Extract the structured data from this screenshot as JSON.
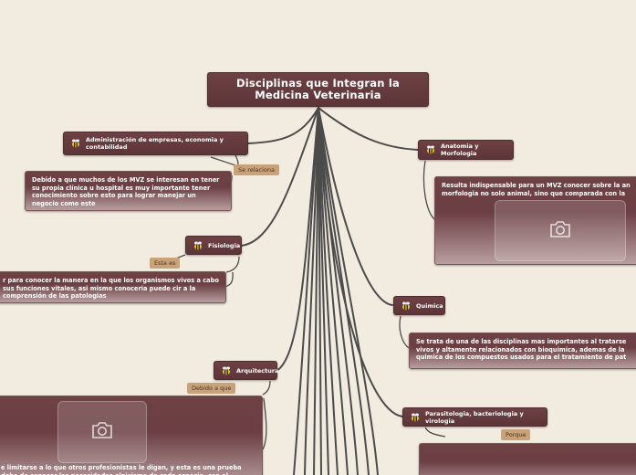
{
  "root": {
    "title": "Disciplinas que Integran la Medicina Veterinaria"
  },
  "left_topics": [
    {
      "label": "Administración de empresas, economia y contabilidad",
      "icon": "bee-icon",
      "relation": "Se relaciona",
      "description": "Debido a que muchos de los MVZ se interesan en tener su propia clínica u hospital es muy importante tener conocimiento sobre esto para lograr manejar un negocio como este"
    },
    {
      "label": "Fisiologia",
      "icon": "bee-icon",
      "relation": "Esta es",
      "description": "r para conocer la manera en la que los organismos vivos a cabo sus funciones vitales, asi mismo conoceria puede cir a la comprensión de las patologias"
    },
    {
      "label": "Arquitectura",
      "icon": "bee-icon",
      "relation": "Debido a que",
      "description": "e limitarse a lo que otros profesionistas le digan, y esta es una prueba debe de conocer las necesidades elnicismo de cada especie, con el"
    }
  ],
  "right_topics": [
    {
      "label": "Anatomia y Morfologia",
      "icon": "bee-icon",
      "description": "Resulta indispensable para un MVZ conocer sobre la an morfologia no solo animal, sino que comparada con la"
    },
    {
      "label": "Quimica",
      "icon": "bee-icon",
      "description": "Se trata de una de las disciplinas mas importantes al tratarse vivos y altamente relacionados con bioquimica, ademas de la quimica de los compuestos usados para el tratamiento de pat"
    },
    {
      "label": "Parasitologia, bacteriologia y virologia",
      "icon": "bee-icon",
      "relation": "Porque"
    }
  ],
  "icons": {
    "topic": "bee-icon",
    "image_placeholder": "camera-icon"
  },
  "colors": {
    "background": "#f2ebe0",
    "node": "#643a3e",
    "relation_tag": "#c9a27a",
    "connector": "#4b4b4b"
  }
}
